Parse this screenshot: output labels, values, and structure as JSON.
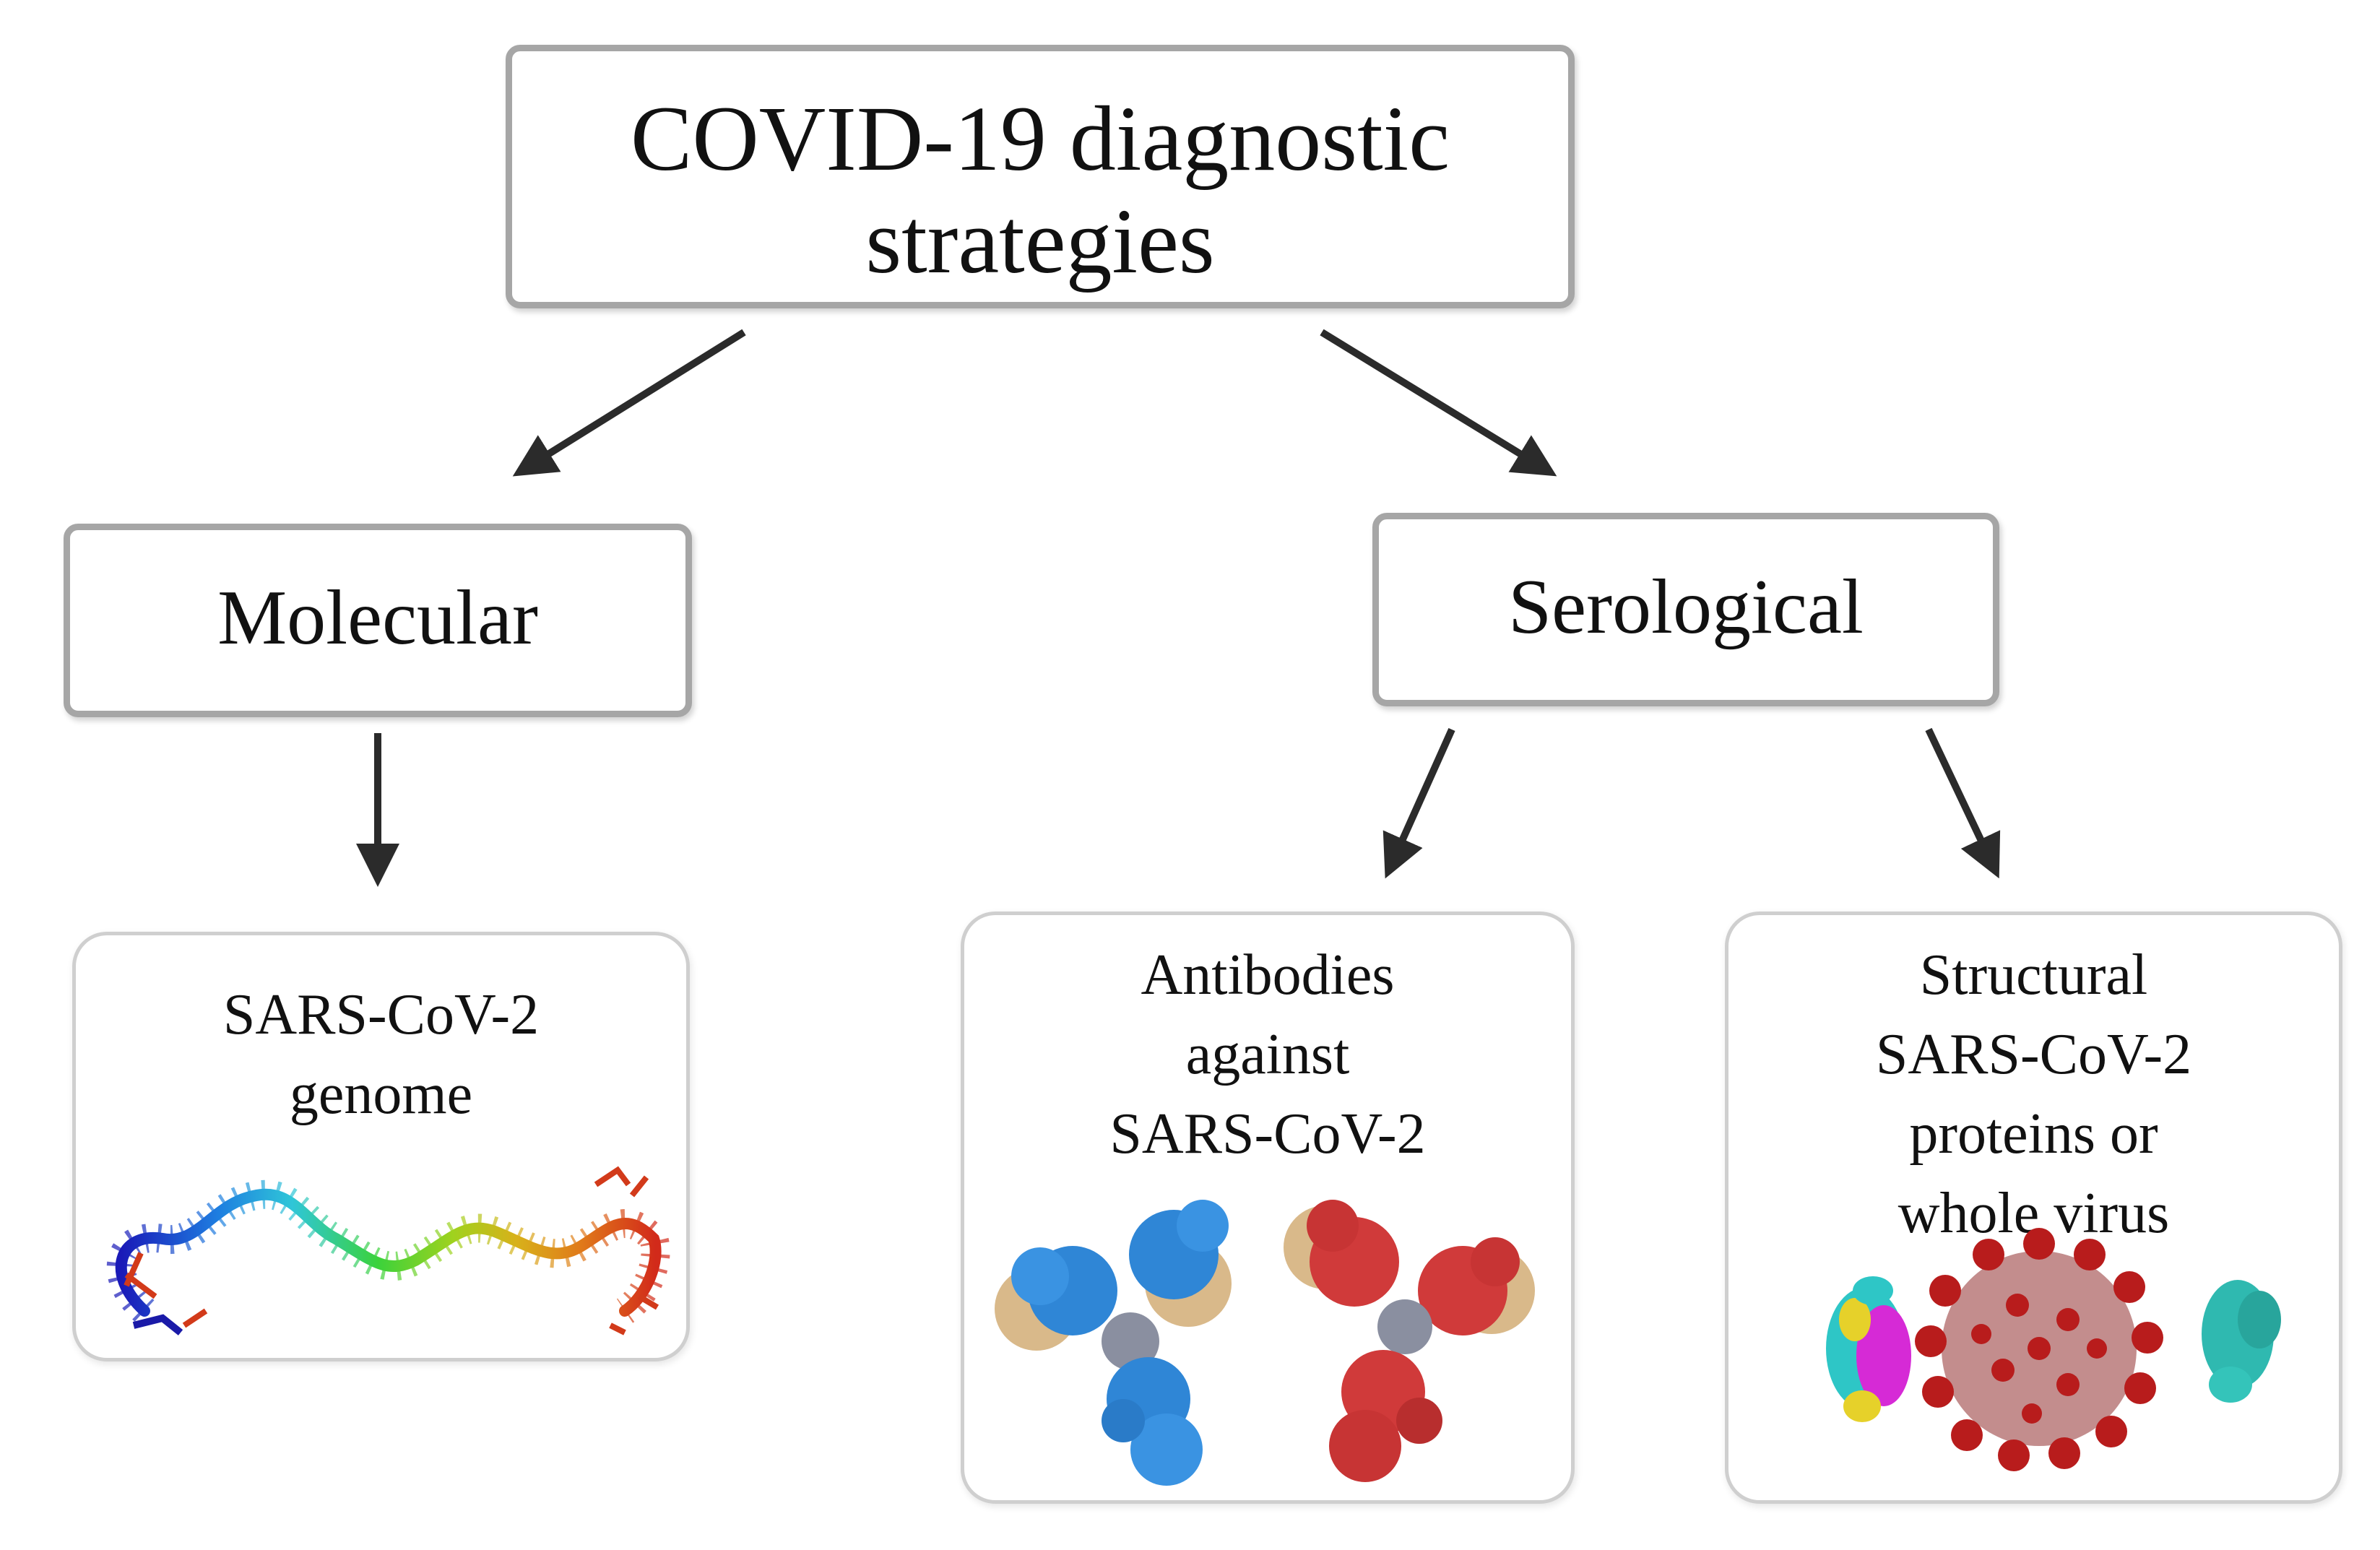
{
  "root": {
    "title": "COVID-19 diagnostic\nstrategies"
  },
  "branches": [
    {
      "label": "Molecular"
    },
    {
      "label": "Serological"
    }
  ],
  "leaves": [
    {
      "label": "SARS-CoV-2\ngenome",
      "illustration": "rna-genome-ribbon"
    },
    {
      "label": "Antibodies\nagainst\nSARS-CoV-2",
      "illustration": "antibody-pair"
    },
    {
      "label": "Structural\nSARS-CoV-2\nproteins or\nwhole virus",
      "illustration": "virus-and-proteins"
    }
  ],
  "colors": {
    "box_border": "#a6a6a6",
    "leaf_border": "#cfcfcf",
    "arrow": "#2b2b2b",
    "antibody_blue": "#2f86d6",
    "antibody_red": "#d03a3a",
    "antibody_tan": "#d9b98a",
    "virus_red": "#b81c1c",
    "protein_cyan": "#2ec6c6",
    "protein_magenta": "#d62ad6",
    "protein_yellow": "#e6d12a"
  }
}
